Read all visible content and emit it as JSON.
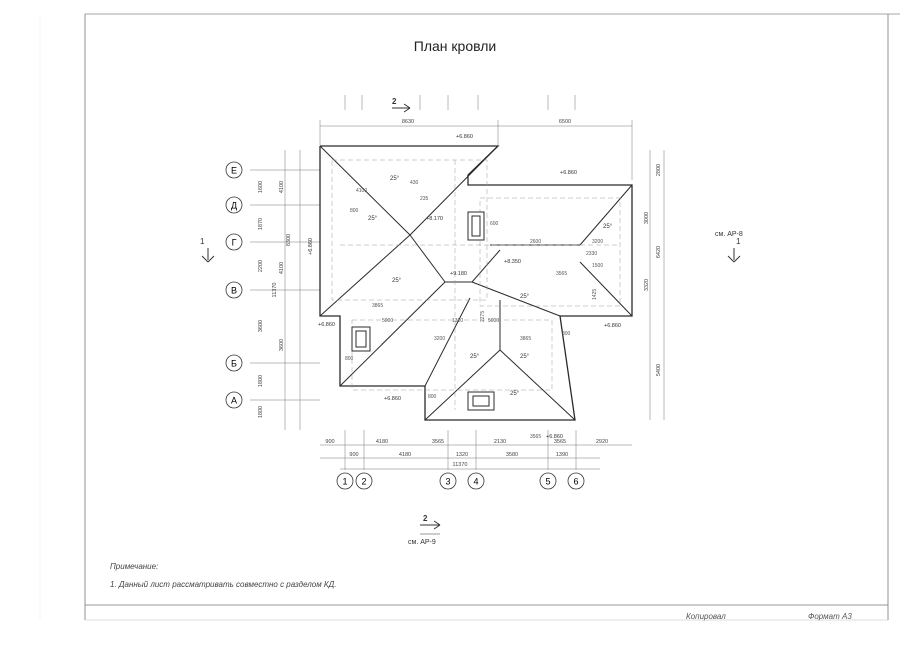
{
  "sheet": {
    "title": "План кровли",
    "note_heading": "Примечание:",
    "note_1": "1. Данный лист рассматривать совместно с разделом КД.",
    "stamp_copied": "Копировал",
    "stamp_format": "Формат А3"
  },
  "grid_axes": {
    "rows": [
      "Е",
      "Д",
      "Г",
      "В",
      "Б",
      "А"
    ],
    "columns": [
      "1",
      "2",
      "3",
      "4",
      "5",
      "6"
    ]
  },
  "dimensions": {
    "top": [
      "8630",
      "6500"
    ],
    "bottom_row_1": [
      "900",
      "4180",
      "3565",
      "2130",
      "3565",
      "2920"
    ],
    "bottom_row_2": [
      "900",
      "4180",
      "1320",
      "3580",
      "1390"
    ],
    "bottom_total": "11370",
    "left_col_1": [
      "1600",
      "1870",
      "2200",
      "3600",
      "1800",
      "1800"
    ],
    "left_col_2": [
      "4100",
      "8300",
      "4100",
      "11370",
      "3600"
    ],
    "right": [
      "2800",
      "3000",
      "6420",
      "3320",
      "5400"
    ]
  },
  "elevations": [
    "+6.860",
    "+6.860",
    "+6.860",
    "+6.860",
    "+6.860",
    "+6.860",
    "+6.860",
    "+8.350",
    "+9.180",
    "+8.170"
  ],
  "slopes": [
    "25°",
    "25°",
    "25°",
    "25°",
    "25°",
    "25°",
    "25°",
    "25°"
  ],
  "section_refs": {
    "section_1_left": "1",
    "section_1_right": "1",
    "section_1_sheet": "см. АР-8",
    "section_2_top": "2",
    "section_2_bottom": "2",
    "section_2_sheet": "см. АР-9"
  },
  "interior_dims": [
    "430",
    "4100",
    "3865",
    "5000",
    "1310",
    "3200",
    "3565",
    "800",
    "800",
    "800",
    "800",
    "1500",
    "2330",
    "235",
    "3565",
    "2275",
    "1425",
    "3200",
    "3865",
    "5000",
    "600",
    "2600"
  ],
  "colors": {
    "line": "#2b2b2b",
    "thin": "#777777",
    "paper": "#ffffff"
  }
}
